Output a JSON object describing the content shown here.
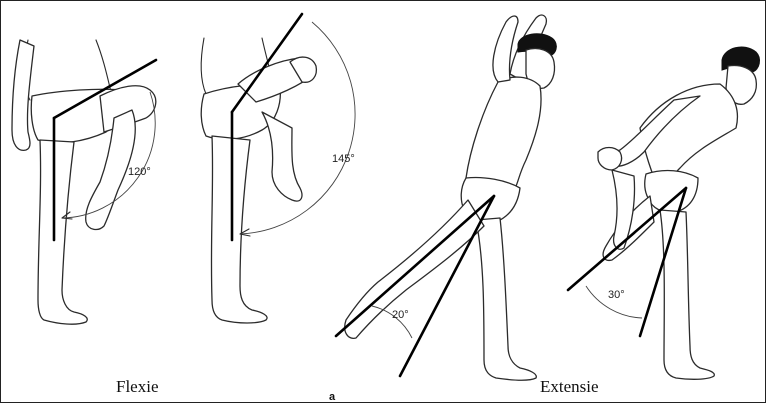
{
  "figure": {
    "label": "a",
    "panels": {
      "flexion": {
        "caption": "Flexie"
      },
      "extension": {
        "caption": "Extensie"
      }
    },
    "angles": [
      {
        "id": "flexion-1",
        "value": "120°"
      },
      {
        "id": "flexion-2",
        "value": "145°"
      },
      {
        "id": "extension-1",
        "value": "20°"
      },
      {
        "id": "extension-2",
        "value": "30°"
      }
    ]
  }
}
